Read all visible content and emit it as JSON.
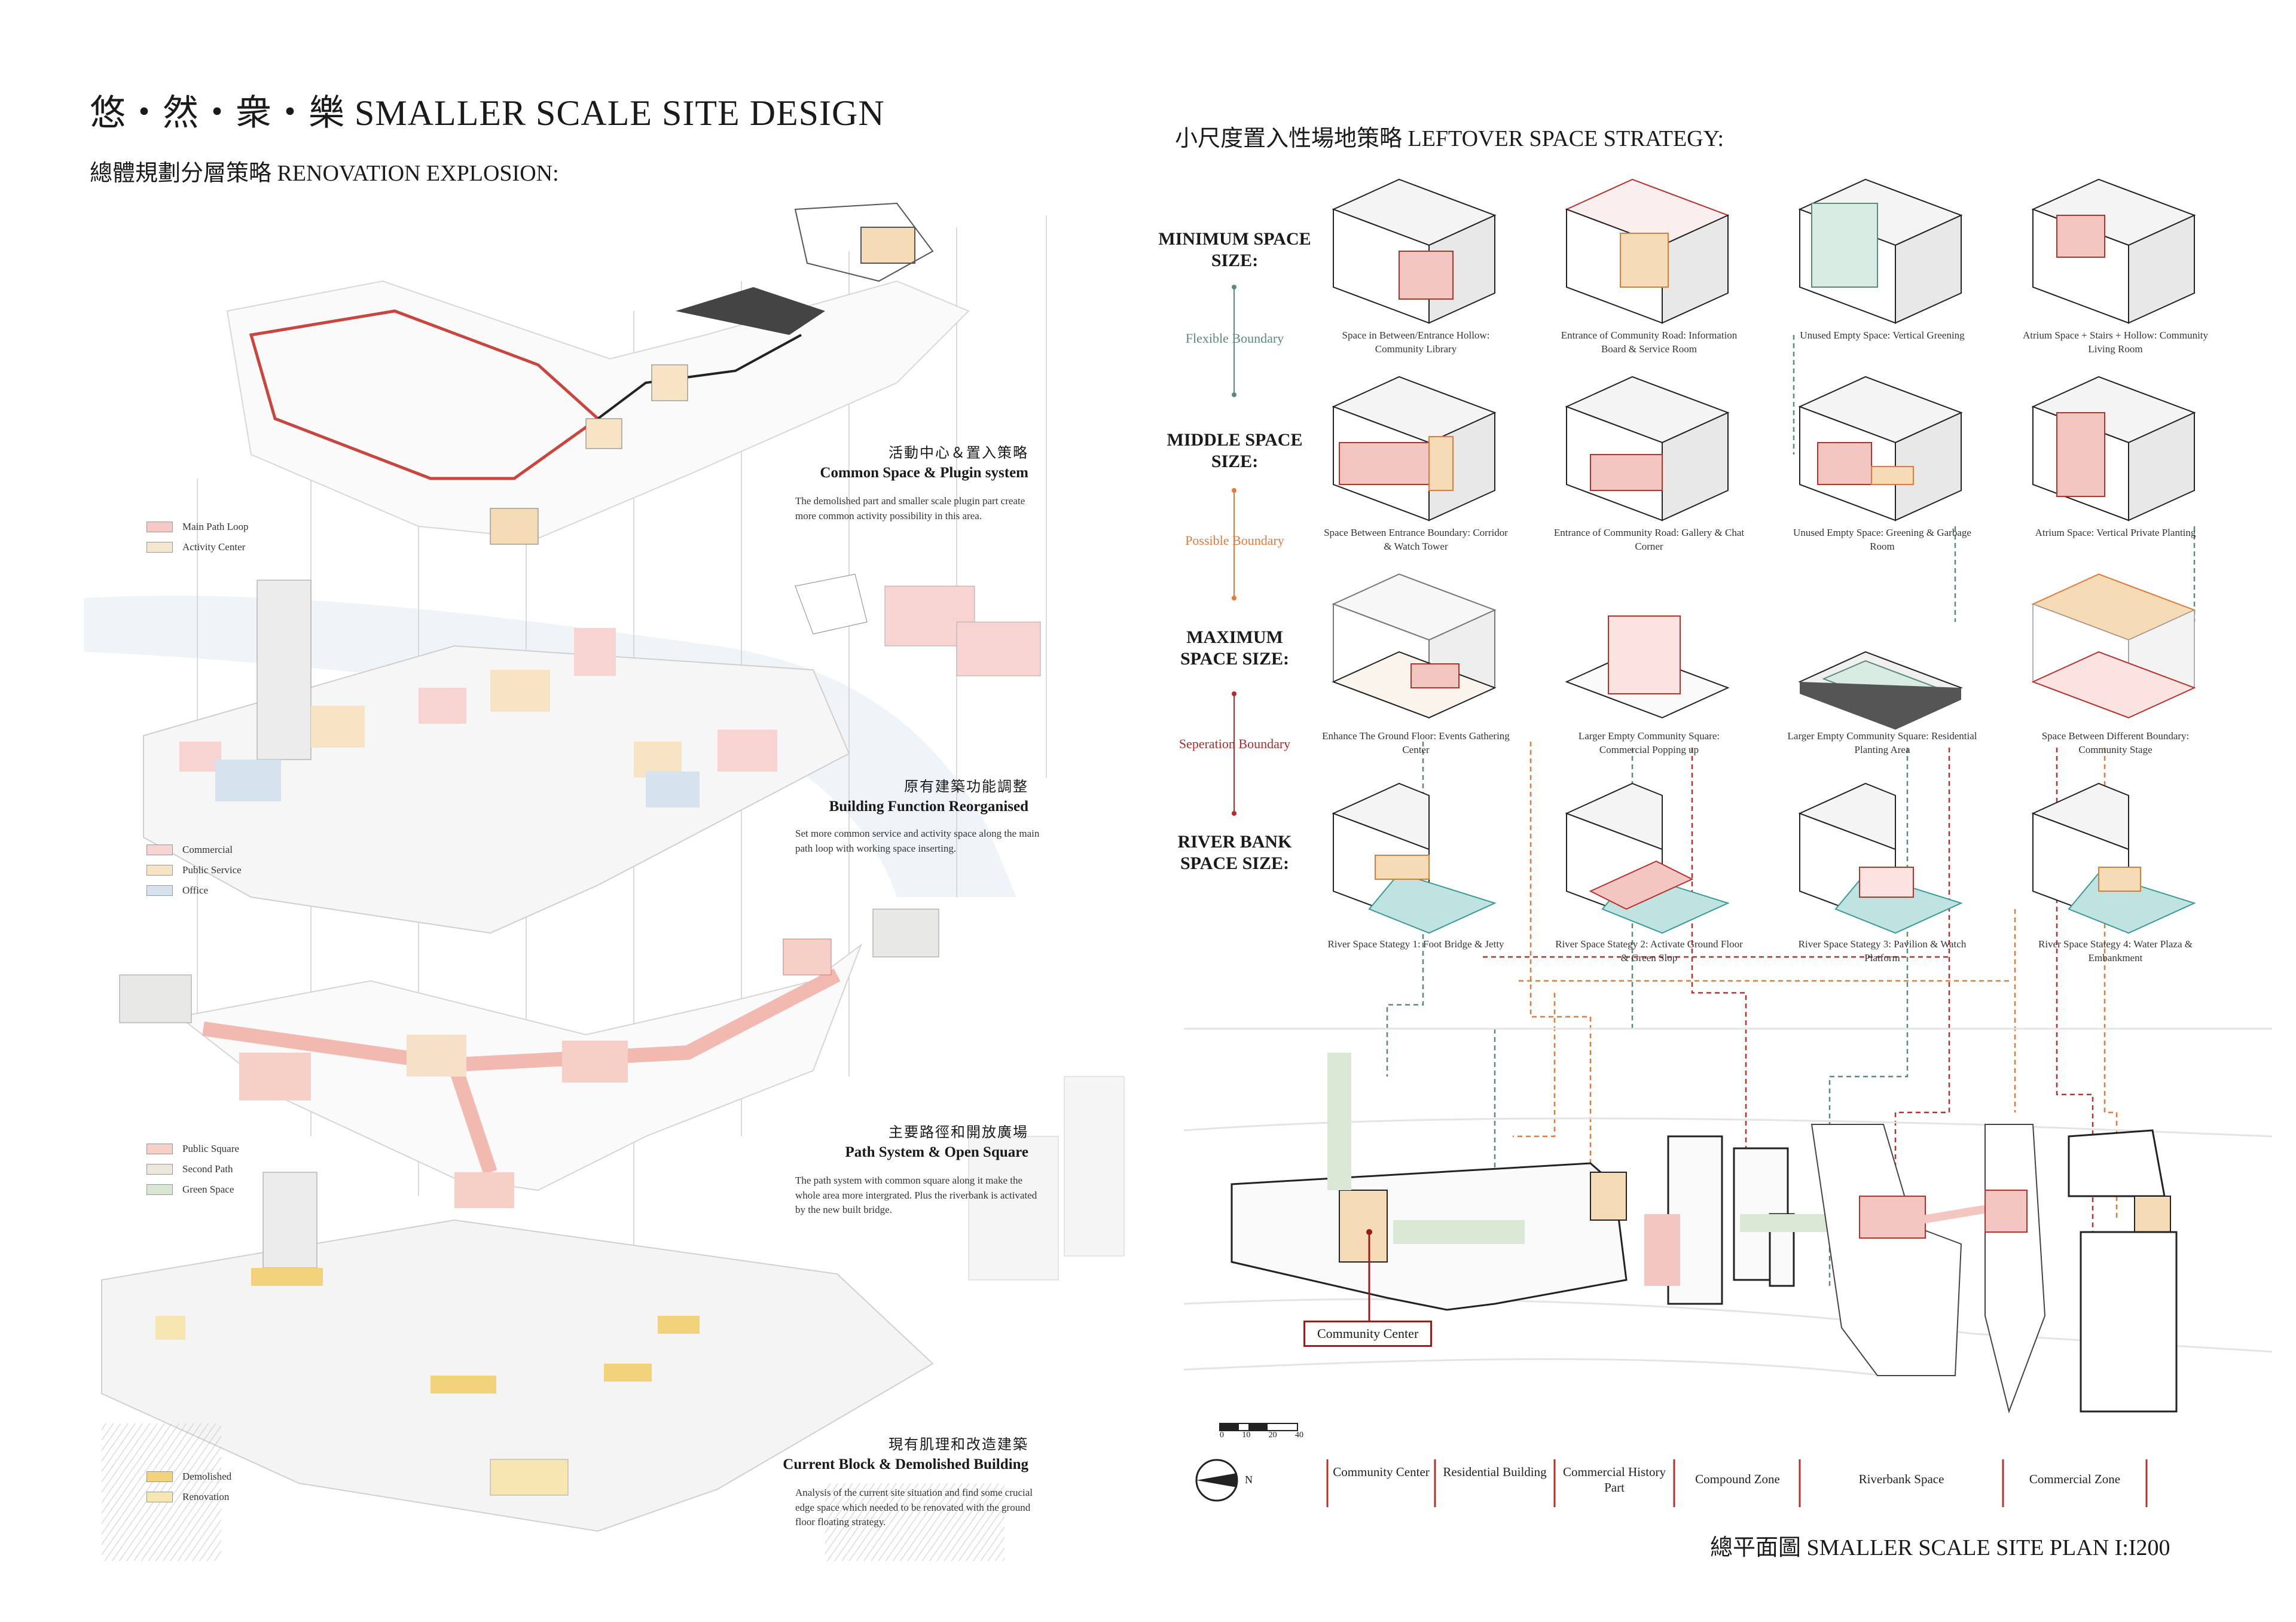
{
  "header": {
    "title": "悠・然・衆・樂 SMALLER SCALE SITE DESIGN",
    "left_subtitle": "總體規劃分層策略 RENOVATION EXPLOSION:",
    "right_subtitle": "小尺度置入性場地策略 LEFTOVER SPACE STRATEGY:"
  },
  "layers": [
    {
      "zh": "活動中心＆置入策略",
      "en": "Common Space & Plugin system",
      "desc": "The demolished part and smaller scale plugin part create more common activity possibility in this area."
    },
    {
      "zh": "原有建築功能調整",
      "en": "Building Function Reorganised",
      "desc": "Set more common service and activity space along the main path loop with working space inserting."
    },
    {
      "zh": "主要路徑和開放廣場",
      "en": "Path System & Open Square",
      "desc": "The path system with common square along it make the whole area more intergrated. Plus the riverbank is activated by the new built bridge."
    },
    {
      "zh": "現有肌理和改造建築",
      "en": "Current Block & Demolished Building",
      "desc": "Analysis of the current site situation and find some crucial edge space which needed to be renovated with the ground floor floating strategy."
    }
  ],
  "legends": {
    "layer1": [
      {
        "label": "Main Path Loop",
        "color": "#f6c9c4"
      },
      {
        "label": "Activity Center",
        "color": "#f3e7cf"
      }
    ],
    "layer2": [
      {
        "label": "Commercial",
        "color": "#f7d4d2"
      },
      {
        "label": "Public Service",
        "color": "#f6e4c4"
      },
      {
        "label": "Office",
        "color": "#d6e3ee"
      }
    ],
    "layer3": [
      {
        "label": "Public Square",
        "color": "#f6d0c7"
      },
      {
        "label": "Second Path",
        "color": "#ece6dc"
      },
      {
        "label": "Green Space",
        "color": "#d9e6d3"
      }
    ],
    "layer4": [
      {
        "label": "Demolished",
        "color": "#f2d27a"
      },
      {
        "label": "Renovation",
        "color": "#f6e6b2"
      }
    ]
  },
  "strategy": {
    "rows": [
      {
        "label": "MINIMUM SPACE SIZE:",
        "captions": [
          "Space in Between/Entrance Hollow: Community Library",
          "Entrance of Community Road: Information Board & Service Room",
          "Unused Empty Space: Vertical Greening",
          "Atrium Space + Stairs + Hollow: Community Living Room"
        ]
      },
      {
        "label": "MIDDLE SPACE SIZE:",
        "captions": [
          "Space Between Entrance Boundary: Corridor & Watch Tower",
          "Entrance of Community Road: Gallery & Chat Corner",
          "Unused Empty Space: Greening & Garbage Room",
          "Atrium Space: Vertical Private Planting"
        ]
      },
      {
        "label": "MAXIMUM SPACE SIZE:",
        "captions": [
          "Enhance The Ground Floor: Events Gathering Center",
          "Larger Empty Community Square: Commercial Popping up",
          "Larger Empty Community Square: Residential Planting Area",
          "Space Between Different Boundary: Community Stage"
        ]
      },
      {
        "label": "RIVER BANK SPACE SIZE:",
        "captions": [
          "River Space Stategy 1: Foot Bridge & Jetty",
          "River Space Stategy 2: Activate Ground Floor & Green Slop",
          "River Space Stategy 3: Pavilion & Watch Platform",
          "River Space Stategy 4: Water Plaza & Embankment"
        ]
      }
    ],
    "boundaries": [
      {
        "label": "Flexible Boundary",
        "color": "#5b8a78"
      },
      {
        "label": "Possible Boundary",
        "color": "#e07b39"
      },
      {
        "label": "Seperation Boundary",
        "color": "#b02a2a"
      }
    ]
  },
  "plan": {
    "community_center": "Community Center",
    "scale_ticks": [
      "0",
      "10",
      "20",
      "40"
    ],
    "north": "N",
    "zones": [
      "Community Center",
      "Residential Building",
      "Commercial History Part",
      "Compound Zone",
      "Riverbank Space",
      "Commercial Zone"
    ],
    "title": "總平面圖 SMALLER SCALE SITE PLAN I:I200"
  },
  "colors": {
    "red": "#b8322c",
    "green": "#5b8a78",
    "orange": "#e07b39",
    "pink": "#f4c6c2",
    "teal": "#7fc7c4",
    "sand": "#f6dcb6"
  }
}
